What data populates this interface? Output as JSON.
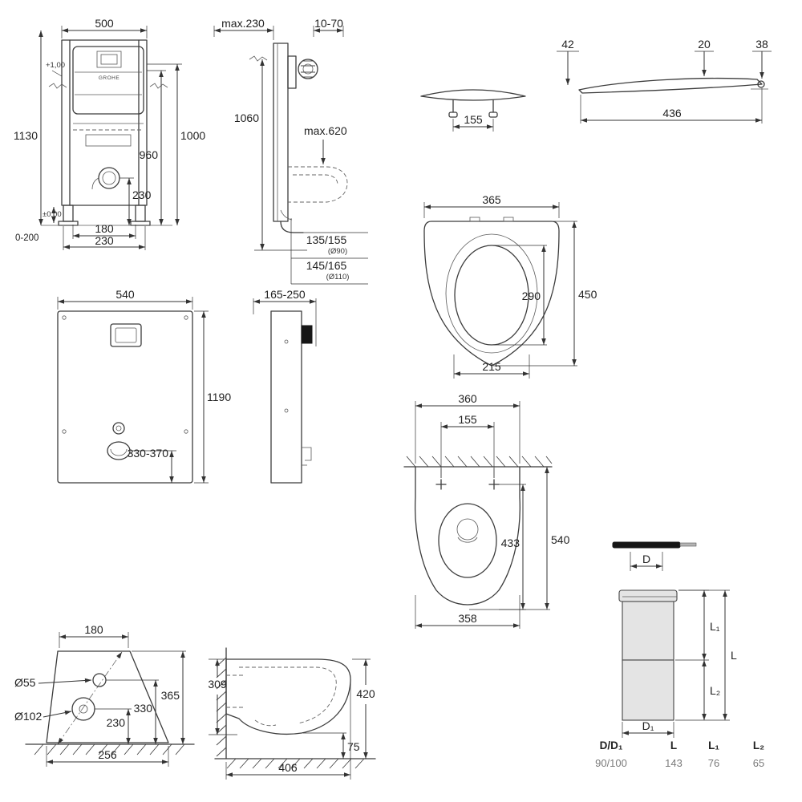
{
  "frame_front": {
    "d500": "500",
    "d1130": "1130",
    "lvl_top": "+1,00",
    "lvl_bottom": "±0,00",
    "d1000": "1000",
    "d960": "960",
    "d230r": "230",
    "d0_200": "0-200",
    "d180": "180",
    "d230b": "230",
    "brand": "GROHE"
  },
  "frame_side": {
    "dmax230": "max.230",
    "d10_70": "10-70",
    "d1060": "1060",
    "dmax620": "max.620",
    "d135_155": "135/155",
    "dia90": "(Ø90)",
    "d145_165": "145/165",
    "dia110": "(Ø110)"
  },
  "module_front": {
    "d540": "540",
    "d1190": "1190",
    "d330_370": "330-370"
  },
  "module_side": {
    "d165_250": "165-250"
  },
  "seat_front": {
    "d155": "155"
  },
  "seat_profile": {
    "d42": "42",
    "d20": "20",
    "d38": "38",
    "d436": "436"
  },
  "seat_top": {
    "d365": "365",
    "d450": "450",
    "d290": "290",
    "d215": "215"
  },
  "bowl_top": {
    "d360": "360",
    "d155": "155",
    "d433": "433",
    "d540": "540",
    "d358": "358"
  },
  "bowl_back": {
    "d180": "180",
    "dia55": "Ø55",
    "dia102": "Ø102",
    "d330": "330",
    "d365": "365",
    "d230": "230",
    "d256": "256"
  },
  "bowl_side": {
    "d309": "309",
    "d420": "420",
    "d406": "406",
    "d75": "75"
  },
  "pipe": {
    "dim_D": "D",
    "dim_L1": "L₁",
    "dim_L": "L",
    "dim_L2": "L₂",
    "dim_D1": "D₁",
    "table": {
      "headers": [
        "D/D₁",
        "L",
        "L₁",
        "L₂"
      ],
      "values": [
        "90/100",
        "143",
        "76",
        "65"
      ]
    }
  }
}
